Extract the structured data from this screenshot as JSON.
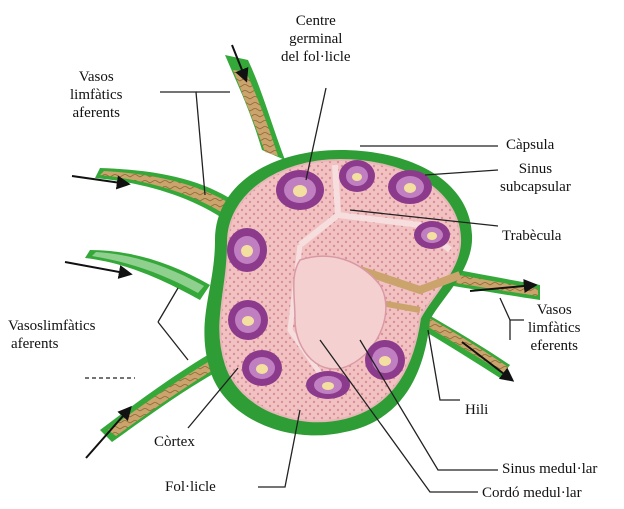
{
  "colors": {
    "capsule_green": "#35a83a",
    "capsule_dark": "#1f7f2a",
    "cortex_pink": "#f2c2c2",
    "trabecula_tan": "#caa46c",
    "follicle_purple": "#8c3a8c",
    "follicle_light": "#c07fc0",
    "germinal_yellow": "#f3dfa0",
    "leader_line": "#222222"
  },
  "labels": {
    "centre_germinal": [
      "Centre",
      "germinal",
      "del fol·licle"
    ],
    "vasos_aferents_top": [
      "Vasos",
      "limfàtics",
      "aferents"
    ],
    "capsula": "Càpsula",
    "sinus_subcapsular": [
      "Sinus",
      "subcapsular"
    ],
    "trabecula": "Trabècula",
    "vasos_aferents_left": [
      "Vasoslimfàtics",
      "aferents"
    ],
    "vasos_eferents": [
      "Vasos",
      "limfàtics",
      "eferents"
    ],
    "hili": "Hili",
    "cortex": "Còrtex",
    "follicle": "Fol·licle",
    "sinus_medullar": "Sinus medul·lar",
    "cordo_medullar": "Cordó medul·lar"
  }
}
